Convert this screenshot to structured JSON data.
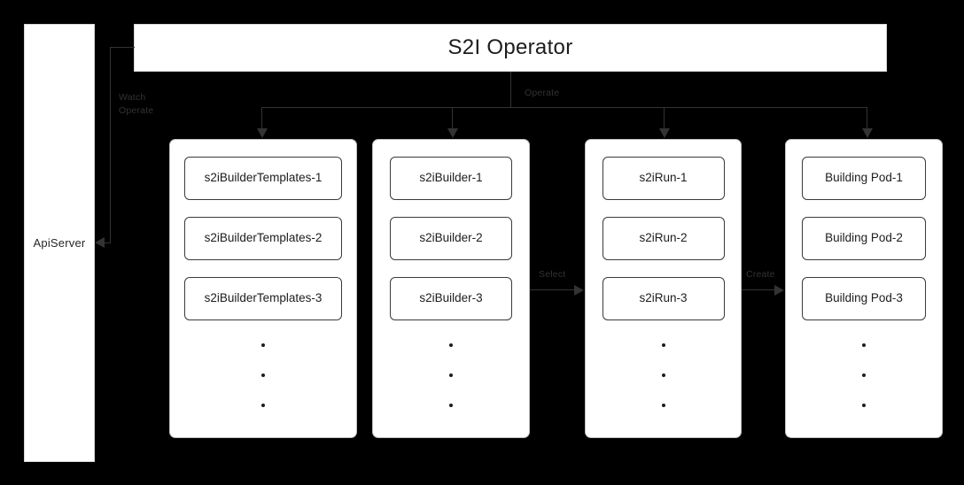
{
  "diagram": {
    "title": "S2I Operator architecture flow",
    "background_color": "#000000",
    "panel_color": "#ffffff",
    "line_color": "#333333",
    "text_color": "#1d1d1d"
  },
  "api_server": {
    "label": "ApiServer"
  },
  "operator": {
    "label": "S2I Operator"
  },
  "edge_labels": {
    "watch_operate": "Watch\nOperate",
    "operate": "Operate",
    "select": "Select",
    "create": "Create"
  },
  "columns": [
    {
      "name": "s2ibuildertemplates",
      "items": [
        {
          "label": "s2iBuilderTemplates-1"
        },
        {
          "label": "s2iBuilderTemplates-2"
        },
        {
          "label": "s2iBuilderTemplates-3"
        }
      ],
      "ellipsis": [
        "•",
        "•",
        "•"
      ]
    },
    {
      "name": "s2ibuilder",
      "items": [
        {
          "label": "s2iBuilder-1"
        },
        {
          "label": "s2iBuilder-2"
        },
        {
          "label": "s2iBuilder-3"
        }
      ],
      "ellipsis": [
        "•",
        "•",
        "•"
      ]
    },
    {
      "name": "s2irun",
      "items": [
        {
          "label": "s2iRun-1"
        },
        {
          "label": "s2iRun-2"
        },
        {
          "label": "s2iRun-3"
        }
      ],
      "ellipsis": [
        "•",
        "•",
        "•"
      ]
    },
    {
      "name": "building-pod",
      "items": [
        {
          "label": "Building Pod-1"
        },
        {
          "label": "Building Pod-2"
        },
        {
          "label": "Building Pod-3"
        }
      ],
      "ellipsis": [
        "•",
        "•",
        "•"
      ]
    }
  ]
}
